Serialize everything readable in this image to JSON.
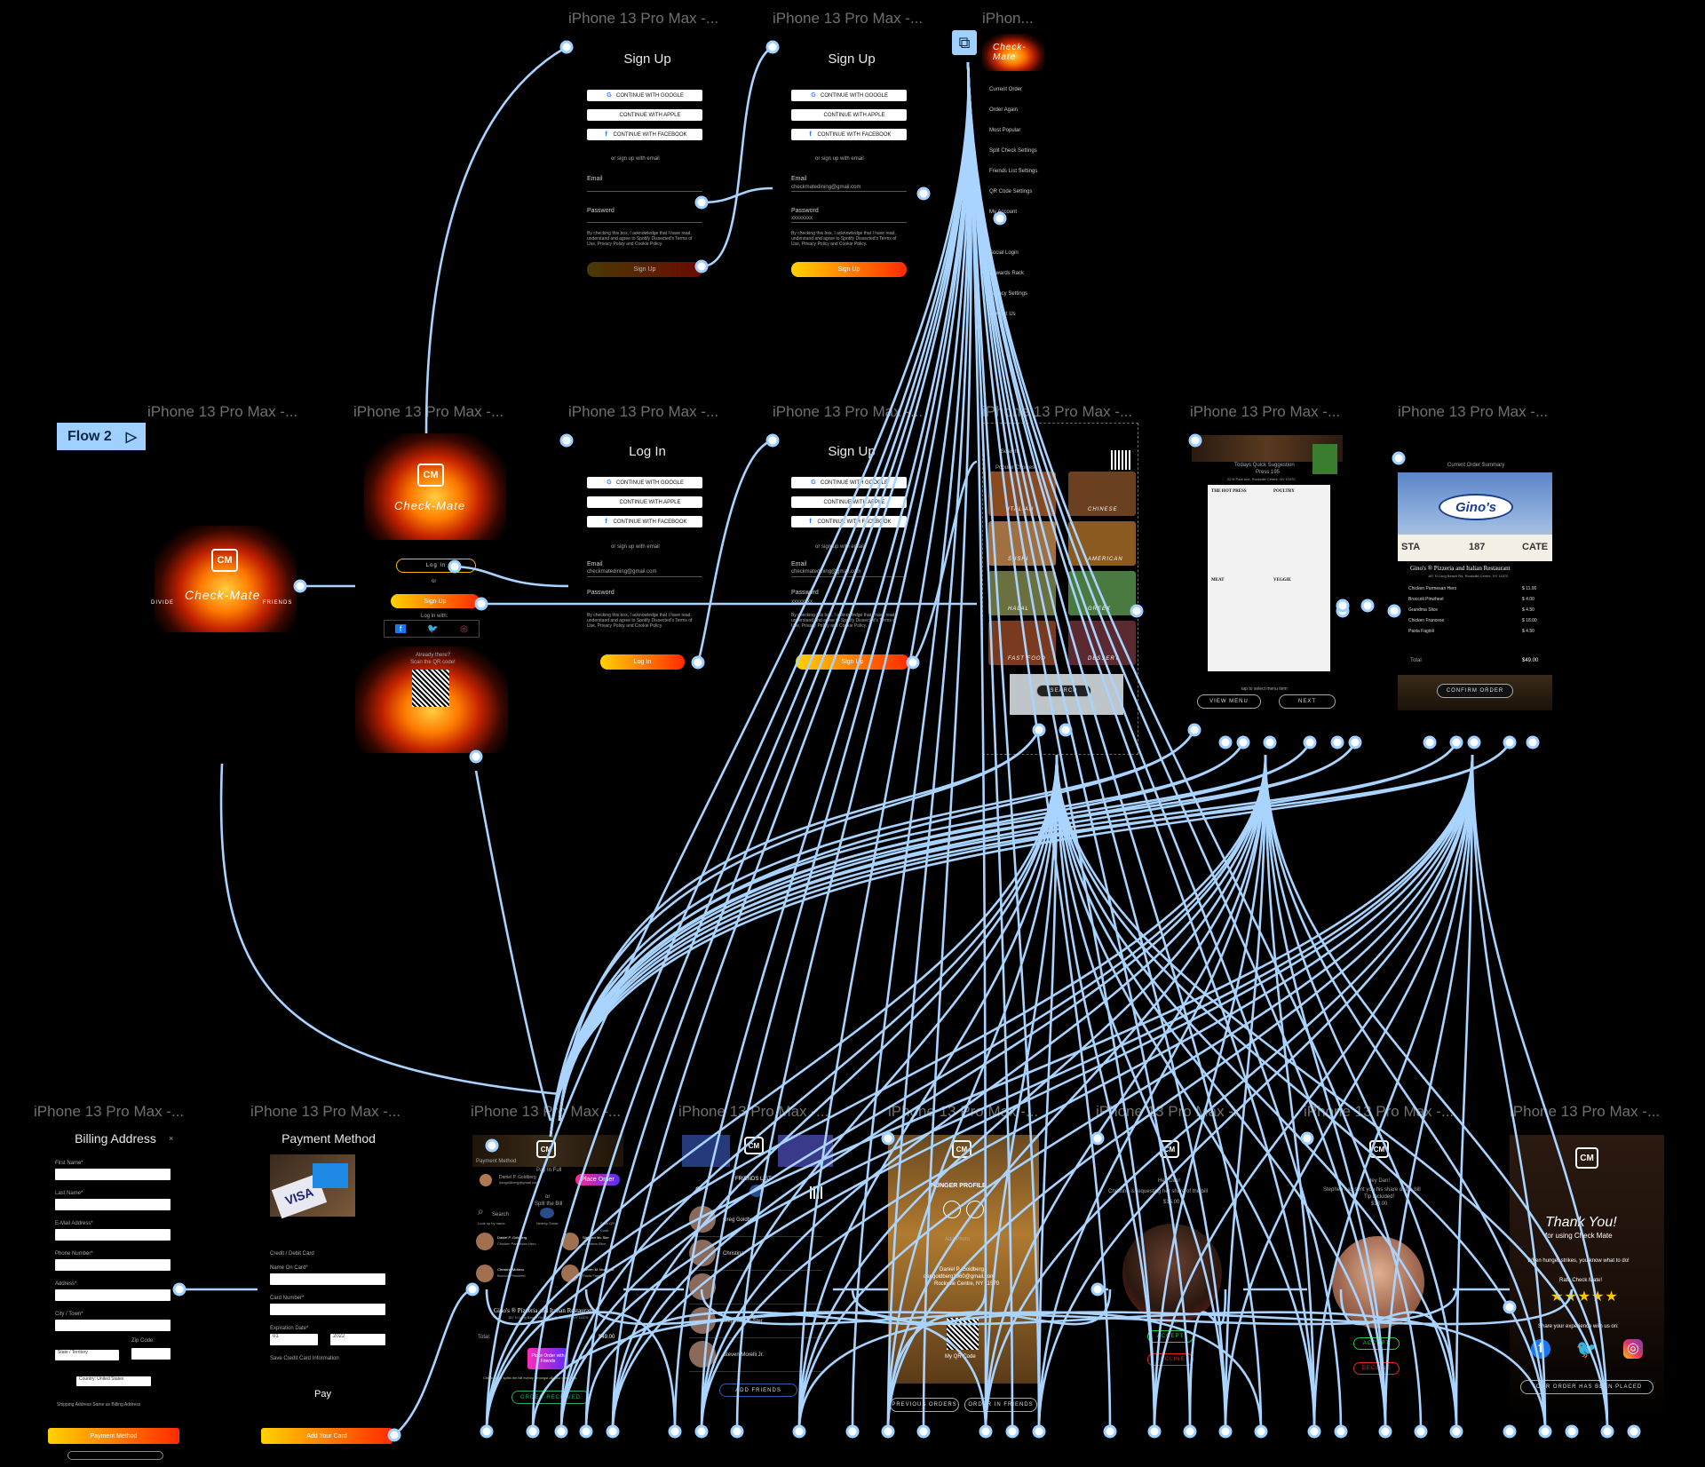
{
  "frame_titles": {
    "signup1": "iPhone 13 Pro Max -...",
    "signup2": "iPhone 13 Pro Max -...",
    "menu": "iPhon...",
    "splash": "iPhone 13 Pro Max -...",
    "home": "iPhone 13 Pro Max -...",
    "login": "iPhone 13 Pro Max -...",
    "signup3": "iPhone 13 Pro Max -...",
    "choices": "iPhone 13 Pro Max -...",
    "suggest": "iPhone 13 Pro Max -...",
    "summary": "iPhone 13 Pro Max -...",
    "billing": "iPhone 13 Pro Max -...",
    "payment": "iPhone 13 Pro Max -...",
    "payorder": "iPhone 13 Pro Max -...",
    "friends": "iPhone 13 Pro Max -...",
    "profile": "iPhone 13 Pro Max -...",
    "request": "iPhone 13 Pro Max -...",
    "sent": "iPhone 13 Pro Max -...",
    "thanks": "iPhone 13 Pro Max -..."
  },
  "flow_label": "Flow 2",
  "auth": {
    "signup_title": "Sign Up",
    "login_title": "Log In",
    "google": "CONTINUE WITH GOOGLE",
    "apple": "CONTINUE WITH APPLE",
    "facebook": "CONTINUE WITH FACEBOOK",
    "or_email_signup": "or sign up with email",
    "email_label": "Email",
    "password_label": "Password",
    "email_value": "checkmatedining@gmail.com",
    "password_value": "xxxxxxxx",
    "terms": "By checking this box, I acknowledge that I have read, understand and agree to Spotify Dissected's Terms of Use, Privacy Policy and Cookie Policy.",
    "signup_btn": "Sign Up",
    "login_btn": "Log In"
  },
  "brand": {
    "logo": "CM",
    "name": "Check-Mate",
    "tagline_left": "DIVIDE",
    "tagline_right": "FRIENDS"
  },
  "home": {
    "login": "Log In",
    "or": "or",
    "signup": "Sign Up",
    "login_with": "Log in with:",
    "already": "Already there?",
    "scan": "Scan the QR code!"
  },
  "side_menu": [
    "Current Order",
    "Order Again",
    "Most Popular",
    "Split Check Settings",
    "Friends List Settings",
    "QR Code Settings",
    "My Account",
    "",
    "Social Login",
    "Rewards Rack",
    "Privacy Settings",
    "Contact Us"
  ],
  "choices": {
    "search": "Search",
    "heading": "Popular Choices",
    "tiles": [
      "ITALIAN",
      "CHINESE",
      "SUSHI",
      "AMERICAN",
      "HALAL",
      "GREEK",
      "FAST FOOD",
      "DESSERT"
    ],
    "search_btn": "SEARCH"
  },
  "suggest": {
    "title": "Todays Quick Suggestion",
    "place": "Press 195",
    "address": "22 N Park Ave, Rockville Centre, NY 11570",
    "menu_heads": [
      "THE HOT PRESS",
      "POULTRY",
      "MEAT",
      "VEGGIE"
    ],
    "hint": "tap to select menu item",
    "view_menu": "VIEW MENU",
    "next": "NEXT"
  },
  "summary": {
    "title": "Current Order Summary",
    "restaurant": "Gino's ® Pizzeria and Italian Restaurant",
    "address": "187 N Long Beach Rd, Rockville Centre, NY 11570",
    "items": [
      {
        "name": "Chicken Parmesan Hero",
        "price": "$ 11.00"
      },
      {
        "name": "Broccoli Pinwheel",
        "price": "$ 4.00"
      },
      {
        "name": "Grandma Slice",
        "price": "$ 4.50"
      },
      {
        "name": "Chicken Francese",
        "price": "$ 18.00"
      },
      {
        "name": "Pasta Fagioli",
        "price": "$ 4.50"
      }
    ],
    "total_label": "Total",
    "total": "$49.00",
    "confirm": "CONFIRM ORDER",
    "sign_left": "STA",
    "sign_mid": "187",
    "sign_right": "CATE",
    "sign_brand": "Gino's"
  },
  "billing": {
    "title": "Billing Address",
    "fields": [
      "First Name*",
      "Last Name*",
      "E-Mail Address*",
      "Phone Number*",
      "Address*",
      "City / Town*"
    ],
    "zip": "Zip Code:",
    "state": "State / Territory",
    "country": "Country: United States",
    "same": "Shipping Address Same as Billing Address",
    "btn": "Payment Method"
  },
  "payment": {
    "title": "Payment Method",
    "card_option": "Credit / Debit Card",
    "name": "Name On Card*",
    "number": "Card Number*",
    "exp": "Expiration Date*",
    "month": "01",
    "year": "2022",
    "save": "Save Credit Card Information",
    "apple_pay": "Pay",
    "btn": "Add Your Card",
    "visa": "VISA"
  },
  "payorder": {
    "header": "Payment Method",
    "pay_full": "Pay In Full",
    "user_name": "Daniel P. Goldberg",
    "user_email": "dangoldberg@gmail.com",
    "place_order": "Place Order",
    "or": "or",
    "split": "Split the Bill",
    "search": "Search",
    "look_up": "Look up by name",
    "nearby": "Nearby Sonar",
    "scan": "Scan QR Code",
    "friends": [
      {
        "name": "Daniel P. Goldberg",
        "sub": "Chicken Parmesan Hero"
      },
      {
        "name": "Stephen Mc Ster",
        "sub": "Grandma Slice"
      },
      {
        "name": "Christina Motiero",
        "sub": "Broccoli Pinwheel"
      },
      {
        "name": "Steven M. Morelli Jr.",
        "sub": "Pasta Fagioli"
      }
    ],
    "restaurant": "Gino's ® Pizzeria and Italian Restaurant",
    "address": "187 N Long Beach Rd, Rockville Centre, NY 11570",
    "total_label": "Total:",
    "total": "$49.00",
    "place_friends": "Place Order with Friends",
    "fine": "Check Mate splits the bill evenly amongst all your members.",
    "received": "ORDER RECEIVED"
  },
  "friends": {
    "title": "FRIENDS LIST",
    "names": [
      "Greg Goldberg",
      "Christina",
      "",
      "Stephen Mc Ster",
      "Steven Morelli Jr."
    ],
    "btn": "ADD FRIENDS"
  },
  "profile": {
    "title": "HUNGER PROFILE",
    "photo": "Add Photo",
    "name": "Daniel P. Goldberg",
    "email": "dangoldberg1960@gmail.com",
    "addr": "Rockville Centre, NY 11570",
    "qr": "My QR Code",
    "prev": "PREVIOUS ORDERS",
    "order": "ORDER IN FRIENDS"
  },
  "request": {
    "hey": "Hey Dan!",
    "msg": "Christina is requesting her share of the bill",
    "amount": "$15.00",
    "accept": "ACCEPT",
    "decline": "DECLINE"
  },
  "sent": {
    "hey": "Hey Dan!",
    "msg": "Stephen has sent you his share of the bill",
    "tip": "Tip Included!",
    "amount": "$18.00",
    "accept": "ACCEPT",
    "decline": "DECLINE"
  },
  "thanks": {
    "thank": "Thank You!",
    "using": "for using Check Mate",
    "strikes": "When hunger strikes, you know what to do!",
    "rate": "Rate Check Mate!",
    "stars": "★★★★★",
    "share": "Share your experience with us on:",
    "placed": "YOUR ORDER HAS BEEN PLACED"
  },
  "colors": {
    "wire": "#a9d4ff",
    "accent_from": "#ffd200",
    "accent_to": "#ff2b00"
  },
  "icons": [
    "google-icon",
    "apple-icon",
    "facebook-icon",
    "twitter-icon",
    "instagram-icon",
    "home-icon",
    "search-icon",
    "bell-icon",
    "user-icon",
    "qr-icon",
    "frame-icon",
    "play-icon"
  ]
}
